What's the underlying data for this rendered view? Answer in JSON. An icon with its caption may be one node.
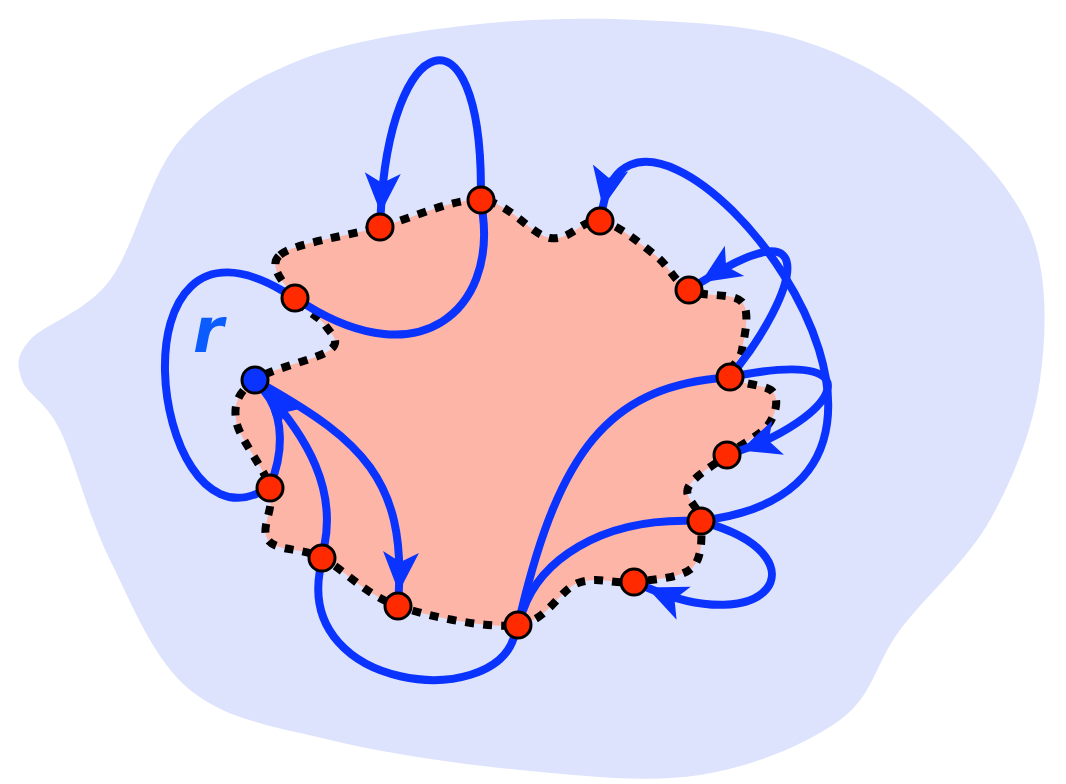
{
  "diagram": {
    "nodes": [
      {
        "text": [],
        "shape": "circle"
      },
      {
        "text": [],
        "shape": "circle"
      },
      {
        "text": [],
        "shape": "circle"
      },
      {
        "text": [],
        "shape": "circle"
      },
      {
        "text": [],
        "shape": "circle"
      },
      {
        "text": [],
        "shape": "circle"
      },
      {
        "text": [],
        "shape": "circle",
        "beside": [
          "r"
        ]
      },
      {
        "text": [],
        "shape": "circle"
      },
      {
        "text": [],
        "shape": "circle"
      },
      {
        "text": [],
        "shape": "circle"
      },
      {
        "text": [],
        "shape": "circle"
      },
      {
        "text": [],
        "shape": "circle"
      },
      {
        "text": [],
        "shape": "circle"
      },
      {
        "text": [],
        "shape": "circle"
      }
    ],
    "edges": [
      {
        "from": 0,
        "to": 2,
        "arrow": "to"
      },
      {
        "from": 4,
        "to": 0,
        "arrow": "none"
      },
      {
        "from": 8,
        "to": 4,
        "arrow": "none"
      },
      {
        "from": 8,
        "to": 6,
        "arrow": "none"
      },
      {
        "from": 10,
        "to": 6,
        "arrow": "to"
      },
      {
        "from": 6,
        "to": 12,
        "arrow": "to"
      },
      {
        "from": 13,
        "to": 10,
        "arrow": "none"
      },
      {
        "from": 5,
        "to": 13,
        "arrow": "none"
      },
      {
        "from": 9,
        "to": 13,
        "arrow": "none"
      },
      {
        "from": 9,
        "to": 1,
        "arrow": "to"
      },
      {
        "from": 5,
        "to": 3,
        "arrow": "to"
      },
      {
        "from": 5,
        "to": 7,
        "arrow": "to"
      },
      {
        "from": 9,
        "to": 11,
        "arrow": "to"
      }
    ]
  }
}
